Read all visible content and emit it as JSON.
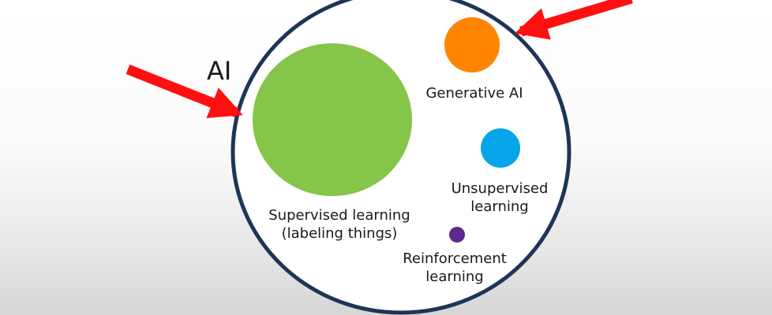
{
  "diagram": {
    "outer_label": "AI",
    "items": [
      {
        "id": "supervised",
        "lines": [
          "Supervised learning",
          "(labeling things)"
        ],
        "color": "#84c54a"
      },
      {
        "id": "generative",
        "lines": [
          "Generative AI"
        ],
        "color": "#ff8500"
      },
      {
        "id": "unsupervised",
        "lines": [
          "Unsupervised",
          "learning"
        ],
        "color": "#06a5ea"
      },
      {
        "id": "reinforcement",
        "lines": [
          "Reinforcement",
          "learning"
        ],
        "color": "#5a2a8c"
      }
    ],
    "outline_color": "#1d3557",
    "arrow_color": "#ff1010"
  }
}
